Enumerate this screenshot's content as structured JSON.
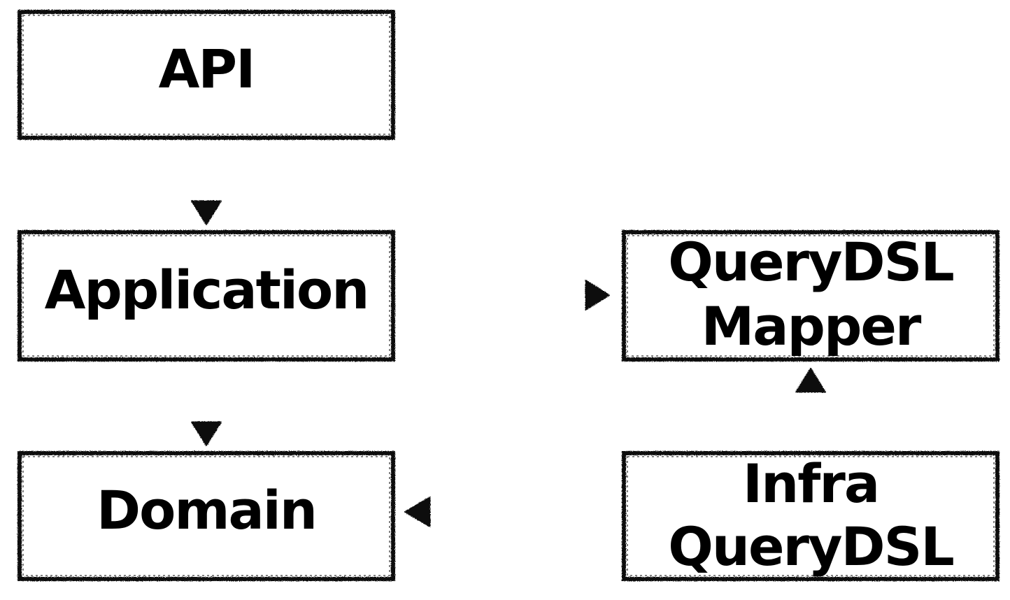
{
  "diagram": {
    "boxes": {
      "api": {
        "lines": [
          "API"
        ]
      },
      "application": {
        "lines": [
          "Application"
        ]
      },
      "domain": {
        "lines": [
          "Domain"
        ]
      },
      "querydsl_mapper": {
        "lines": [
          "QueryDSL",
          "Mapper"
        ]
      },
      "infra_querydsl": {
        "lines": [
          "Infra",
          "QueryDSL"
        ]
      }
    },
    "edges": [
      {
        "from": "API",
        "to": "Application"
      },
      {
        "from": "Application",
        "to": "Domain"
      },
      {
        "from": "Application",
        "to": "QueryDSL Mapper"
      },
      {
        "from": "Infra QueryDSL",
        "to": "QueryDSL Mapper"
      },
      {
        "from": "Infra QueryDSL",
        "to": "Domain"
      }
    ],
    "colors": {
      "stroke": "#111111",
      "background": "#ffffff",
      "text": "#000000"
    }
  }
}
